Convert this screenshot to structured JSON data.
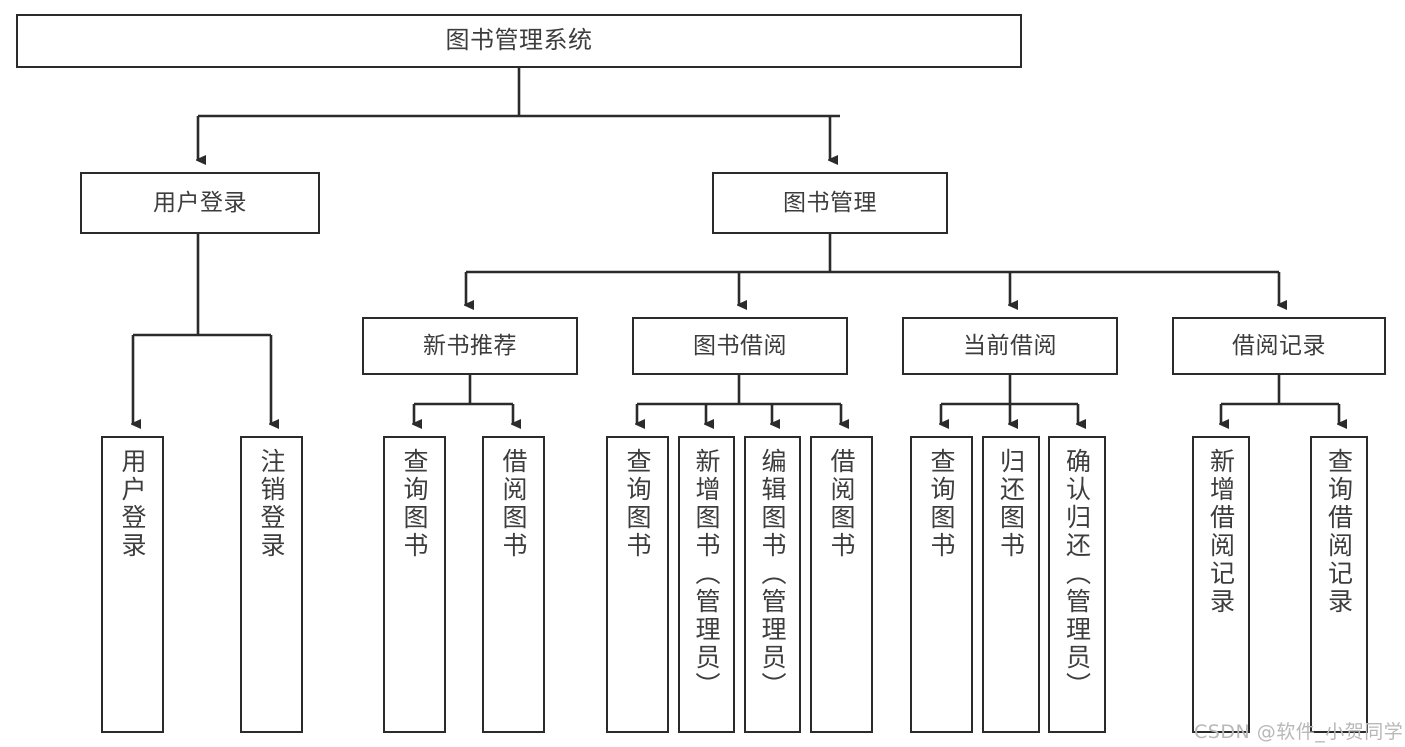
{
  "diagram": {
    "title": "图书管理系统",
    "type": "tree",
    "levels": {
      "root": {
        "label": "图书管理系统"
      },
      "level1": [
        {
          "label": "用户登录"
        },
        {
          "label": "图书管理"
        }
      ],
      "level2": [
        {
          "label": "新书推荐"
        },
        {
          "label": "图书借阅"
        },
        {
          "label": "当前借阅"
        },
        {
          "label": "借阅记录"
        }
      ]
    },
    "leaves": {
      "user_login": [
        {
          "label": "用户登录"
        },
        {
          "label": "注销登录"
        }
      ],
      "new_book_recommend": [
        {
          "label": "查询图书"
        },
        {
          "label": "借阅图书"
        }
      ],
      "book_borrow": [
        {
          "label": "查询图书"
        },
        {
          "label": "新增图书（管理员）"
        },
        {
          "label": "编辑图书（管理员）"
        },
        {
          "label": "借阅图书"
        }
      ],
      "current_borrow": [
        {
          "label": "查询图书"
        },
        {
          "label": "归还图书"
        },
        {
          "label": "确认归还（管理员）"
        }
      ],
      "borrow_record": [
        {
          "label": "新增借阅记录"
        },
        {
          "label": "查询借阅记录"
        }
      ]
    }
  },
  "watermark": {
    "text": "CSDN @软件_小贺同学"
  },
  "colors": {
    "stroke": "#2b2b2b",
    "text": "#3d3d3d",
    "background": "#ffffff",
    "watermark": "#b8b8b8"
  }
}
